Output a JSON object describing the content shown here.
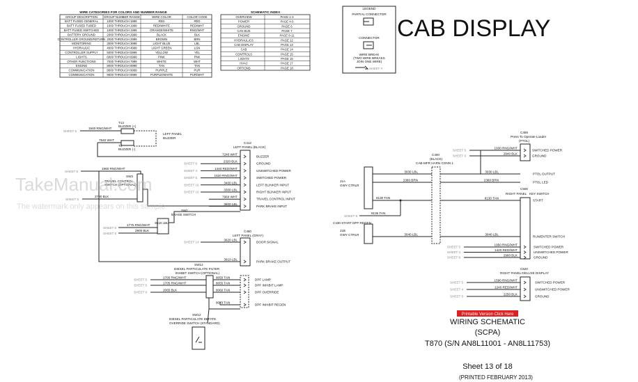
{
  "title": "CAB DISPLAY",
  "wire_table": {
    "caption": "WIRE CATEGORIES FOR COLORS AND NUMBER RANGE",
    "headers": [
      "GROUP DESCRIPTION",
      "GROUP NUMBER RANGE",
      "WIRE COLOR",
      "COLOR CODE"
    ],
    "rows": [
      [
        "BATT FUSED GENERAL",
        "1000 THROUGH 1999",
        "RED",
        "RED"
      ],
      [
        "BATT FUSED TUBED",
        "1000 THROUGH 1999",
        "RED/WHITE",
        "RED/WHT"
      ],
      [
        "BATT FUSED SWITCHED",
        "1000 THROUGH 1999",
        "ORANGE/WHITE",
        "RNG/WHT"
      ],
      [
        "BATTERY GROUND",
        "2000 THROUGH 2999",
        "BLACK",
        "BLK"
      ],
      [
        "CONTROLLER GROUND/RETURN",
        "2000 THROUGH 2999",
        "BROWN",
        "BRN"
      ],
      [
        "MONITORING",
        "3000 THROUGH 3999",
        "LIGHT BLUE",
        "LBL"
      ],
      [
        "HYDRAULIC",
        "4000 THROUGH 4999",
        "LIGHT GREEN",
        "LGN"
      ],
      [
        "CONTROLLER SUPPLY",
        "5000 THROUGH 5999",
        "YELLOW",
        "YEL"
      ],
      [
        "LIGHTS",
        "6000 THROUGH 6999",
        "PINK",
        "PNK"
      ],
      [
        "OTHER FUNCTIONS",
        "7000 THROUGH 7999",
        "WHITE",
        "WHT"
      ],
      [
        "ENGINE",
        "8000 THROUGH 8999",
        "TAN",
        "TAN"
      ],
      [
        "COMMUNICATION",
        "9000 THROUGH 9999",
        "PURPLE",
        "PUR"
      ],
      [
        "COMMUNICATION",
        "9000 THROUGH 9999",
        "PURPLE/WHITE",
        "PUR/WHT"
      ]
    ]
  },
  "schematic_index": {
    "caption": "SCHEMATIC INDEX",
    "rows": [
      [
        "OVERVIEW",
        "PAGE 1-3"
      ],
      [
        "POWER",
        "PAGE 4-5"
      ],
      [
        "GROUND",
        "PAGE 6"
      ],
      [
        "CAN BUS",
        "PAGE 7"
      ],
      [
        "ENGINE",
        "PAGE 8-11"
      ],
      [
        "HYDRAULICS",
        "PAGE 12"
      ],
      [
        "CAB DISPLAY",
        "PAGE 13"
      ],
      [
        "CAB",
        "PAGE 14"
      ],
      [
        "CONTROLS",
        "PAGE 15"
      ],
      [
        "LIGHTS",
        "PAGE 16"
      ],
      [
        "HVAC",
        "PAGE 17"
      ],
      [
        "OPTIONS",
        "PAGE 18"
      ]
    ]
  },
  "legend": {
    "title": "LEGEND",
    "partial_connector": "PARTIAL CONNECTOR",
    "connector": "CONNECTOR",
    "wire_break_1": "WIRE BREAK",
    "wire_break_2": "(TWO WIRE BREAKS",
    "wire_break_3": "JOIN ONE WIRE)",
    "sheet_ref": "SHEET #"
  },
  "watermark": {
    "site": "TakeManual.com",
    "note": "The watermark only appears on this sample"
  },
  "buzzer": {
    "sheet": "SHEET 5",
    "wire1": "1940 RNG/WHT",
    "label1": "T13",
    "label1b": "BUZZER (+)",
    "label2": "T2",
    "label2b": "BUZZER (-)",
    "wire2": "7940 WHT",
    "panel1": "LEFT PANEL",
    "panel2": "BUZZER"
  },
  "sw3": {
    "sheet": "SHEET 5",
    "wire1": "1960 RNG/WHT",
    "name": "SW3",
    "desc1": "TRAVEL CONTROL",
    "desc2": "SWITCH (OPTIONAL)",
    "wire2": "2700 BLK",
    "gnd_sheet": "SHEET 6"
  },
  "sw1": {
    "name": "SW1",
    "desc": "BRAKE SWITCH",
    "wire1": "3610 LBL",
    "sheet1": "SHEET 5",
    "wire2": "1775 RNG/WHT",
    "sheet2": "SHEET 6",
    "wire3": "2900 BLK"
  },
  "c412": {
    "name": "C412",
    "desc": "LEFT PANEL (BLACK)",
    "rows": [
      {
        "sheet": "",
        "wire": "7240 WHT",
        "func": "BUZZER"
      },
      {
        "sheet": "SHEET 6",
        "wire": "2320 BLK",
        "func": "GROUND"
      },
      {
        "sheet": "SHEET 4",
        "wire": "1440 RED/WHT",
        "func": "UNSWITCHED POWER"
      },
      {
        "sheet": "SHEET 5",
        "wire": "1620 RNG/WHT",
        "func": "SWITCHED POWER"
      },
      {
        "sheet": "SHEET 16",
        "wire": "3400 LBL",
        "func": "LEFT BLINKER INPUT"
      },
      {
        "sheet": "SHEET 16",
        "wire": "3300 LBL",
        "func": "RIGHT BLINKER INPUT"
      },
      {
        "sheet": "",
        "wire": "7960 WHT",
        "func": "TRAVEL CONTROL INPUT"
      },
      {
        "sheet": "",
        "wire": "3600 LBL",
        "func": "PARK BRAKE INPUT"
      }
    ]
  },
  "c480": {
    "name": "C480",
    "desc": "LEFT PANEL (GRAY)",
    "rows": [
      {
        "sheet": "SHEET 14",
        "wire": "3620 LBL",
        "func": "DOOR SIGNAL"
      },
      {
        "sheet": "",
        "wire": "3610 LBL",
        "func": "PARK BRAKE OUTPUT"
      }
    ]
  },
  "sw12a": {
    "name": "SW12",
    "desc1": "DIESEL PARTICULATE FILTER",
    "desc2": "INHIBIT SWITCH (OPTIONAL)",
    "rows": [
      {
        "sheet": "SHEET 5",
        "wire1": "1700 RNG/WHT",
        "wire2": "8050 TAN",
        "func": "DPF LAMP"
      },
      {
        "sheet": "SHEET 5",
        "wire1": "1705 RNG/WHT",
        "wire2": "8055 TAN",
        "func": "DPF INHIBIT LAMP"
      },
      {
        "sheet": "SHEET 6",
        "wire1": "2065 BLK",
        "wire2": "8060 TAN",
        "func": "DPF OVERRIDE"
      },
      {
        "sheet": "",
        "wire1": "",
        "wire2": "8070 TAN",
        "func": "DPF INHIBIT REGEN"
      }
    ]
  },
  "sw12b": {
    "name": "SW12",
    "desc1": "DIESEL PARTICULATE DEFATE",
    "desc2": "OVERRIDE SWITCH (STANDARD)"
  },
  "c459": {
    "name": "C459",
    "desc1": "Press To Operate Loader",
    "desc2": "(PTOL)",
    "rows": [
      {
        "sheet": "SHEET 5",
        "wire": "1930 RNG/WHT",
        "func": "SWITCHED POWER"
      },
      {
        "sheet": "SHEET 6",
        "wire": "2940 BLK",
        "func": "GROUND"
      }
    ]
  },
  "c400": {
    "name": "C400",
    "desc1": "(BLACK)",
    "desc2": "CAB-MFR HARN CONN 1"
  },
  "c500": {
    "name": "C500",
    "desc1": "RIGHT PANEL",
    "desc2": "KEY SWITCH",
    "rows": [
      {
        "wire": "3030 LBL",
        "func": "PTOL OUTPUT"
      },
      {
        "wire": "2380 BRN",
        "func": "PTOL LED"
      },
      {
        "wire": "8130 TAN",
        "func": "START"
      },
      {
        "wire": "3040 LBL",
        "func": "RUN/ENTER SWITCH"
      }
    ],
    "power_rows": [
      {
        "sheet": "SHEET 5",
        "wire": "1950 RNG/WHT",
        "func": "SWITCHED POWER"
      },
      {
        "sheet": "SHEET 4",
        "wire": "1420 RED/WHT",
        "func": "UNSWITCHED POWER"
      },
      {
        "sheet": "SHEET 6",
        "wire": "2960 BLK",
        "func": "GROUND"
      }
    ]
  },
  "j1a": {
    "name": "J1A",
    "desc": "GWY CTRLR",
    "wire": "8130 TAN"
  },
  "j1b": {
    "name": "J1B",
    "desc": "GWY CTRLR"
  },
  "start_relay": {
    "sheet": "SHEET 8",
    "name": "C430 START DPF REGEN",
    "wire": "8135 TAN"
  },
  "c520": {
    "name": "C520",
    "desc": "RIGHT PANEL DELUXE DISPLAY",
    "rows": [
      {
        "sheet": "SHEET 5",
        "wire": "1590 RNG/WHT",
        "func": "SWITCHED POWER"
      },
      {
        "sheet": "SHEET 4",
        "wire": "1240 RED/WHT",
        "func": "UNSWITCHED POWER"
      },
      {
        "sheet": "SHEET 6",
        "wire": "2250 BLK",
        "func": "GROUND"
      }
    ]
  },
  "printable_badge": "Printable Version Click Here",
  "footer": {
    "line1": "WIRING SCHEMATIC",
    "line2": "(SCPA)",
    "line3": "T870 (S/N AN8L11001 - AN8L11753)",
    "sheet": "Sheet 13 of 18",
    "printed": "(PRINTED FEBRUARY 2013)"
  }
}
